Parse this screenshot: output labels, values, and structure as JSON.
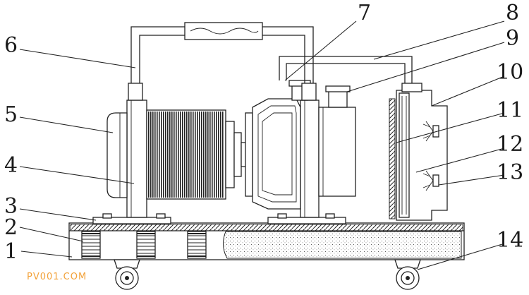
{
  "figure": {
    "callouts": [
      {
        "id": "c1",
        "text": "1"
      },
      {
        "id": "c2",
        "text": "2"
      },
      {
        "id": "c3",
        "text": "3"
      },
      {
        "id": "c4",
        "text": "4"
      },
      {
        "id": "c5",
        "text": "5"
      },
      {
        "id": "c6",
        "text": "6"
      },
      {
        "id": "c7",
        "text": "7"
      },
      {
        "id": "c8",
        "text": "8"
      },
      {
        "id": "c9",
        "text": "9"
      },
      {
        "id": "c10",
        "text": "10"
      },
      {
        "id": "c11",
        "text": "11"
      },
      {
        "id": "c12",
        "text": "12"
      },
      {
        "id": "c13",
        "text": "13"
      },
      {
        "id": "c14",
        "text": "14"
      }
    ],
    "watermark": "PV001.COM"
  }
}
